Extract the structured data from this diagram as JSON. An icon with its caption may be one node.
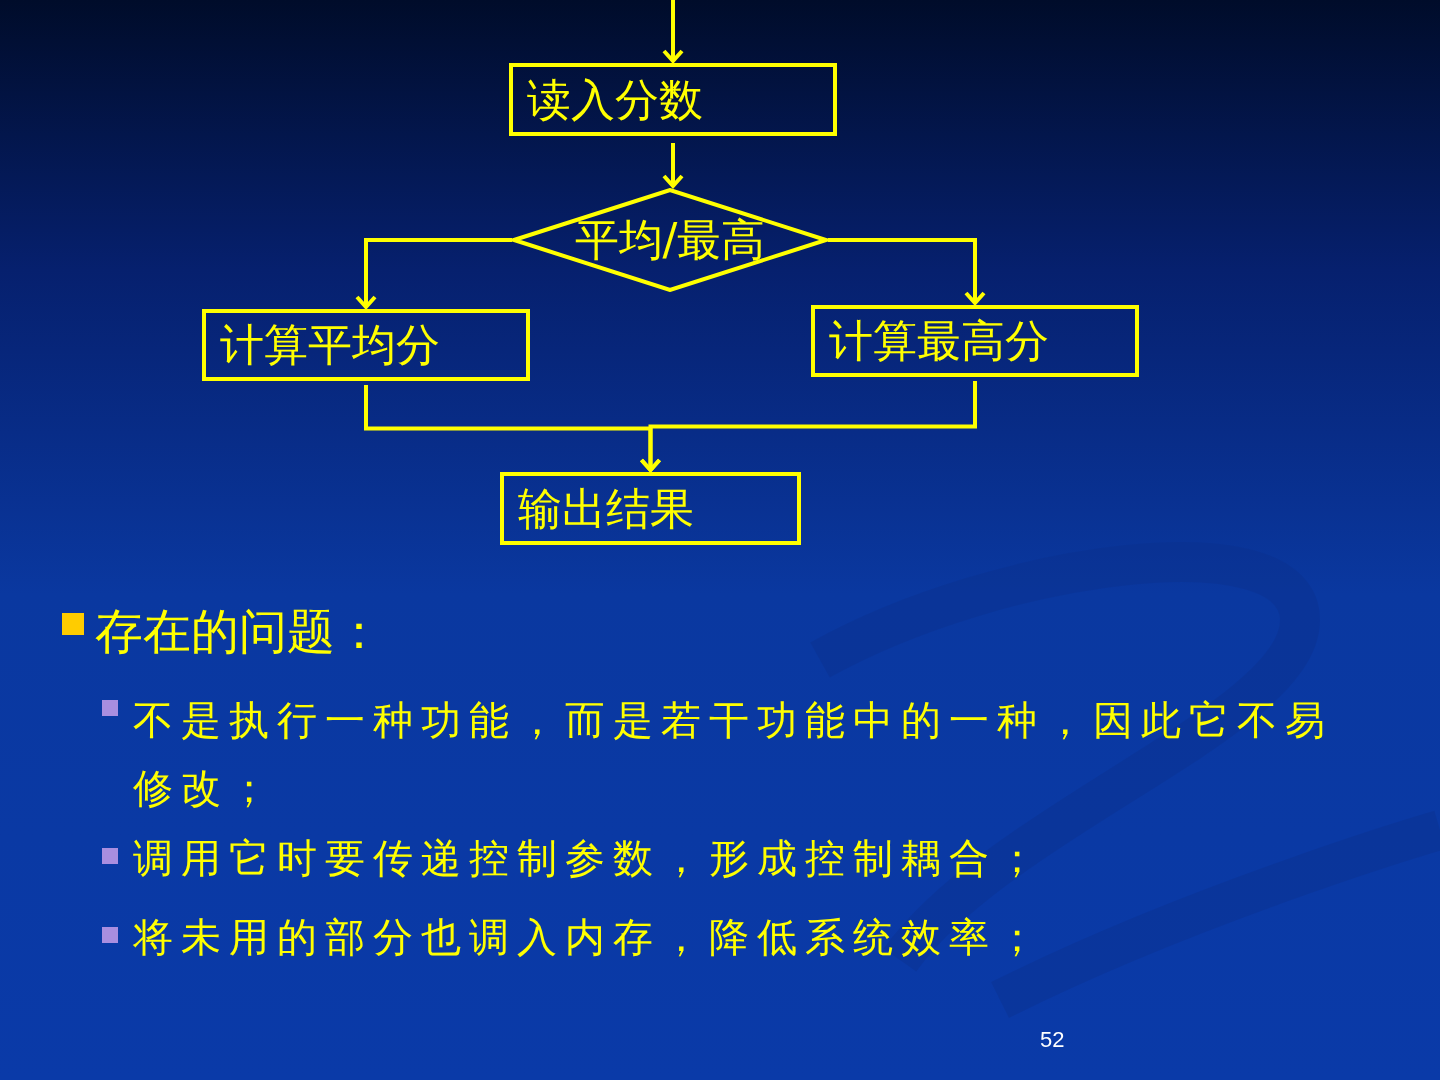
{
  "diagram": {
    "nodes": [
      {
        "text": [
          "读入分数"
        ]
      },
      {
        "text": [
          "平均/最高"
        ]
      },
      {
        "text": [
          "计算平均分"
        ]
      },
      {
        "text": [
          "计算最高分"
        ]
      },
      {
        "text": [
          "输出结果"
        ]
      }
    ],
    "edges": [
      {
        "from": null,
        "to": 0,
        "arrow": "to"
      },
      {
        "from": 0,
        "to": 1,
        "arrow": "to"
      },
      {
        "from": 1,
        "to": 2,
        "arrow": "to"
      },
      {
        "from": 1,
        "to": 3,
        "arrow": "to"
      },
      {
        "from": 2,
        "to": 4,
        "arrow": "to"
      },
      {
        "from": 3,
        "to": 4,
        "arrow": "to"
      }
    ],
    "labels": [
      "存在的问题：",
      "不是执行一种功能，而是若干功能中的一种，因此它不易修改；",
      "调用它时要传递控制参数，形成控制耦合；",
      "将未用的部分也调入内存，降低系统效率；",
      "52"
    ]
  }
}
